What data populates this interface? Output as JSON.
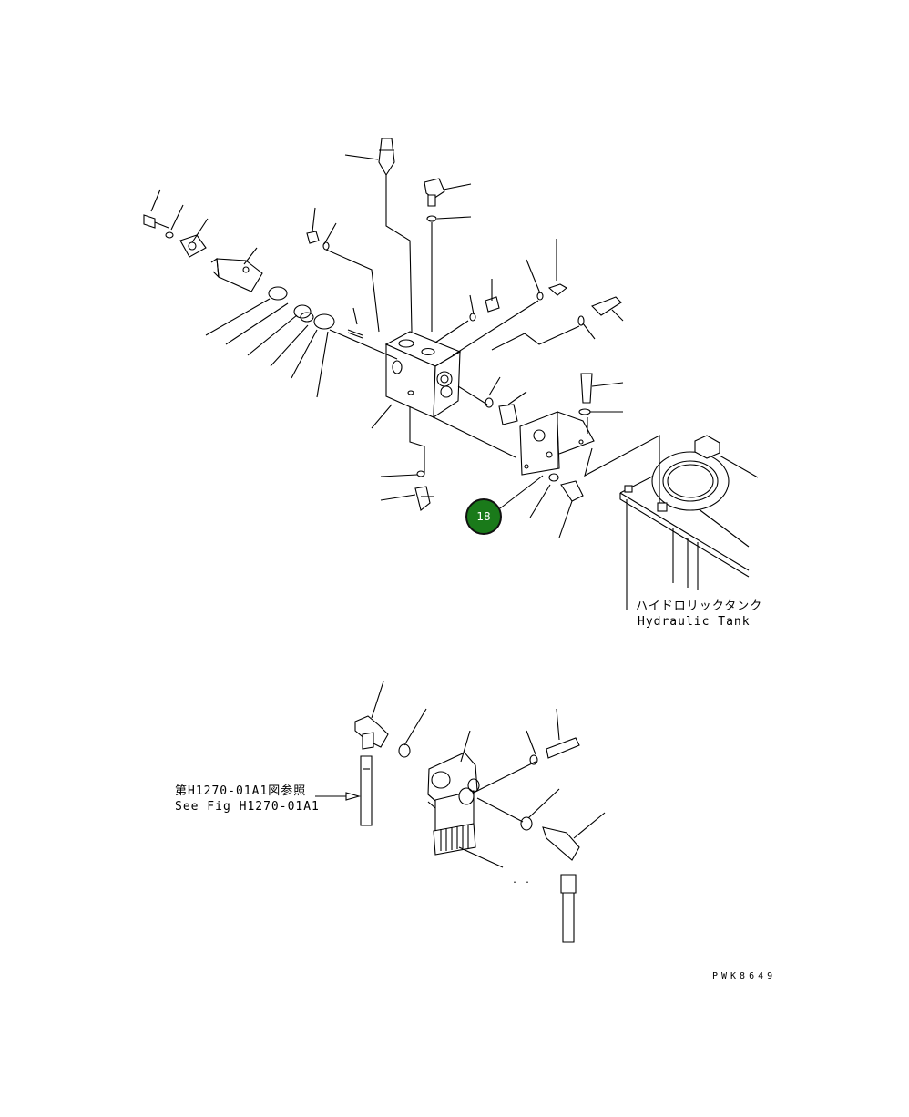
{
  "callout": {
    "number": "18",
    "color": "#1a7a1a"
  },
  "labels": {
    "tank_jp": "ハイドロリックタンク",
    "tank_en": "Hydraulic Tank",
    "ref_jp": "第H1270-01A1図参照",
    "ref_en": "See Fig H1270-01A1",
    "drawing_code": "PWK8649",
    "dots": ". ."
  }
}
